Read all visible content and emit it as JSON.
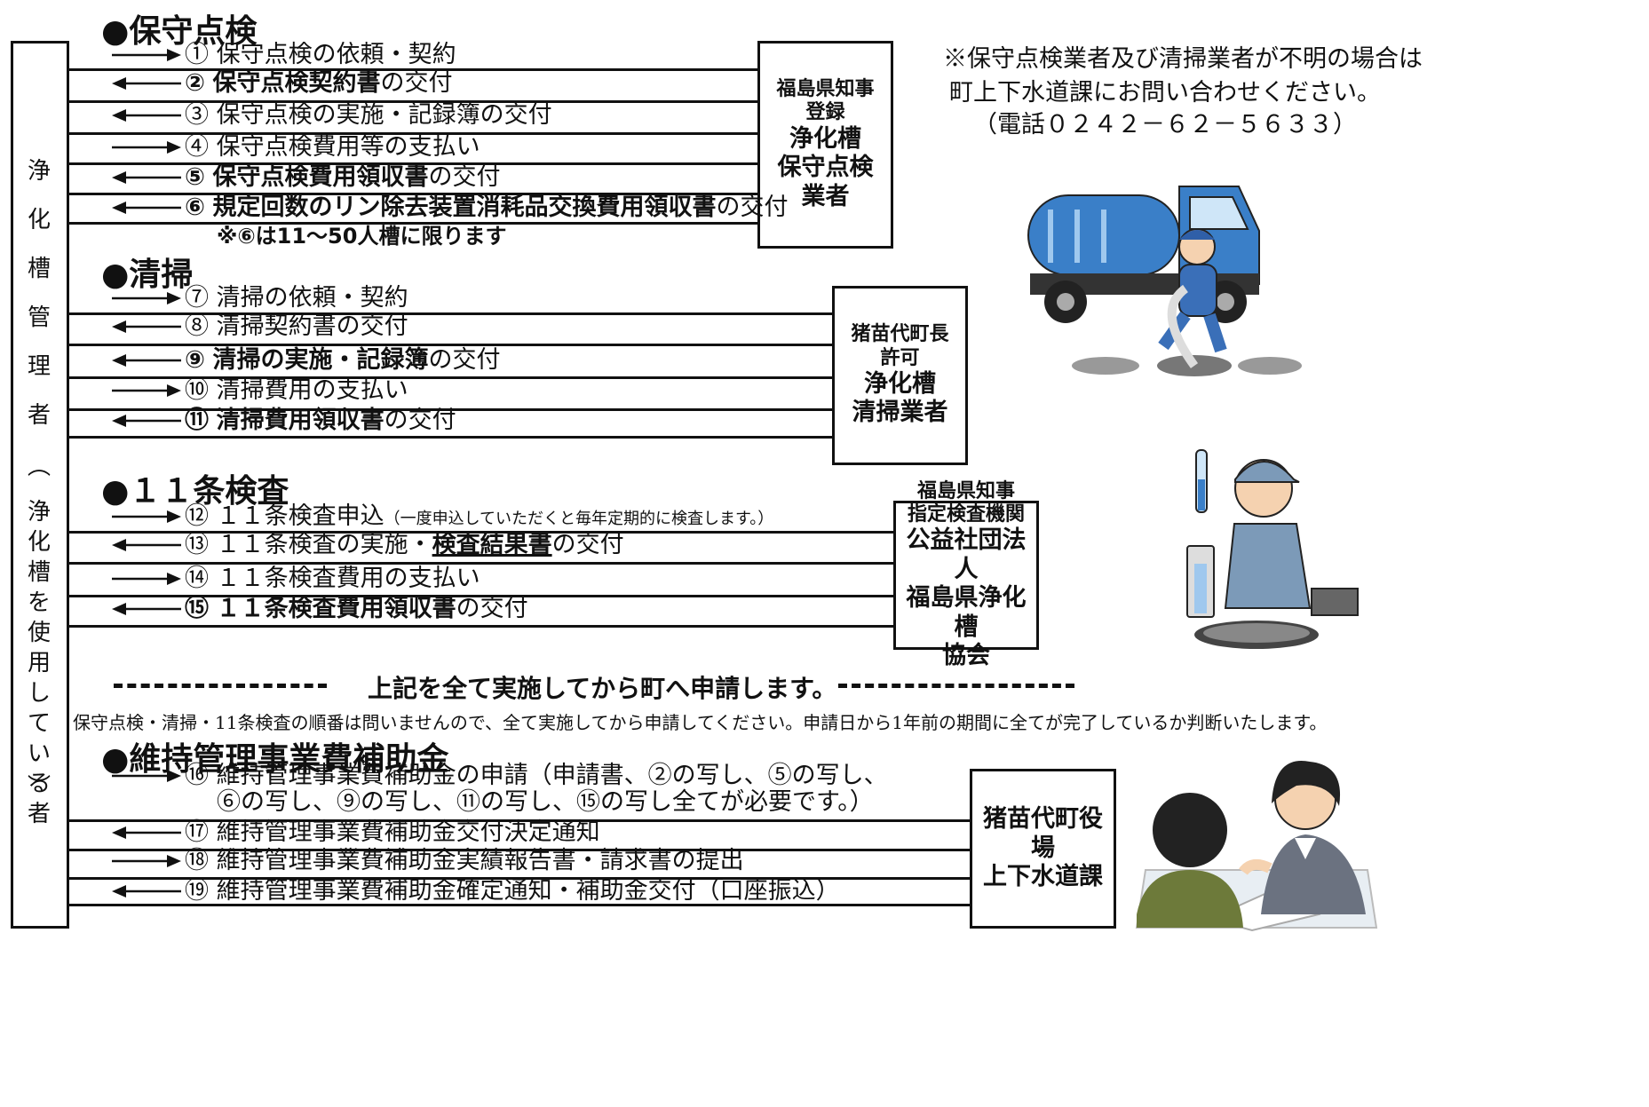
{
  "left_actor": [
    "浄",
    "化",
    "槽",
    "管",
    "理",
    "者",
    "︵",
    "浄",
    "化",
    "槽",
    "を",
    "使",
    "用",
    "し",
    "て",
    "い",
    "る",
    "者",
    "︶"
  ],
  "sections": {
    "maintenance": {
      "title": "●保守点検",
      "rows": [
        {
          "dir": "right",
          "num": "①",
          "text": "保守点検の依頼・契約"
        },
        {
          "dir": "left",
          "num": "②",
          "bold": "保守点検契約書",
          "text": "の交付"
        },
        {
          "dir": "left",
          "num": "③",
          "text": "保守点検の実施・記録簿の交付"
        },
        {
          "dir": "right",
          "num": "④",
          "text": "保守点検費用等の支払い"
        },
        {
          "dir": "left",
          "num": "⑤",
          "bold": "保守点検費用領収書",
          "text": "の交付"
        },
        {
          "dir": "left",
          "num": "⑥",
          "bold": "規定回数のリン除去装置消耗品交換費用領収書",
          "text": "の交付"
        }
      ],
      "note": "※⑥は11～50人槽に限ります",
      "org": {
        "line1": "福島県知事",
        "line2": "登録",
        "line3": "浄化槽",
        "line4": "保守点検",
        "line5": "業者"
      }
    },
    "cleaning": {
      "title": "●清掃",
      "rows": [
        {
          "dir": "right",
          "num": "⑦",
          "text": "清掃の依頼・契約"
        },
        {
          "dir": "left",
          "num": "⑧",
          "text": "清掃契約書の交付"
        },
        {
          "dir": "left",
          "num": "⑨",
          "bold": "清掃の実施・記録簿",
          "text": "の交付"
        },
        {
          "dir": "right",
          "num": "⑩",
          "text": "清掃費用の支払い"
        },
        {
          "dir": "left",
          "num": "⑪",
          "bold": "清掃費用領収書",
          "text": "の交付"
        }
      ],
      "org": {
        "line1": "猪苗代町長",
        "line2": "許可",
        "line3": "浄化槽",
        "line4": "清掃業者"
      }
    },
    "inspection": {
      "title": "●１１条検査",
      "rows": [
        {
          "dir": "right",
          "num": "⑫",
          "text": "１１条検査申込",
          "small": "（一度申込していただくと毎年定期的に検査します。）"
        },
        {
          "dir": "left",
          "num": "⑬",
          "text": "１１条検査の実施・",
          "underline": "検査結果書",
          "text2": "の交付"
        },
        {
          "dir": "right",
          "num": "⑭",
          "text": "１１条検査費用の支払い"
        },
        {
          "dir": "left",
          "num": "⑮",
          "bold": "１１条検査費用領収書",
          "text": "の交付"
        }
      ],
      "org": {
        "line1": "福島県知事",
        "line2": "指定検査機関",
        "line3": "公益社団法人",
        "line4": "福島県浄化槽",
        "line5": "協会"
      }
    },
    "subsidy": {
      "title": "●維持管理事業費補助金",
      "rows": [
        {
          "dir": "right",
          "num": "⑯",
          "text": "維持管理事業費補助金の申請（申請書、②の写し、⑤の写し、",
          "text2": "⑥の写し、⑨の写し、⑪の写し、⑮の写し全てが必要です。）"
        },
        {
          "dir": "left",
          "num": "⑰",
          "text": "維持管理事業費補助金交付決定通知"
        },
        {
          "dir": "right",
          "num": "⑱",
          "text": "維持管理事業費補助金実績報告書・請求書の提出"
        },
        {
          "dir": "left",
          "num": "⑲",
          "text": "維持管理事業費補助金確定通知・補助金交付（口座振込）"
        }
      ],
      "org": {
        "line1": "猪苗代町役場",
        "line2": "上下水道課"
      }
    }
  },
  "divider_text": "上記を全て実施してから町へ申請します。",
  "order_note": "保守点検・清掃・11条検査の順番は問いませんので、全て実施してから申請してください。申請日から1年前の期間に全てが完了しているか判断いたします。",
  "contact": {
    "line1": "※保守点検業者及び清掃業者が不明の場合は",
    "line2": "町上下水道課にお問い合わせください。",
    "line3": "（電話０２４２－６２－５６３３）"
  },
  "colors": {
    "truck": "#3a7fc8",
    "worker": "#4a78b8",
    "inspector": "#7c9ab8"
  }
}
